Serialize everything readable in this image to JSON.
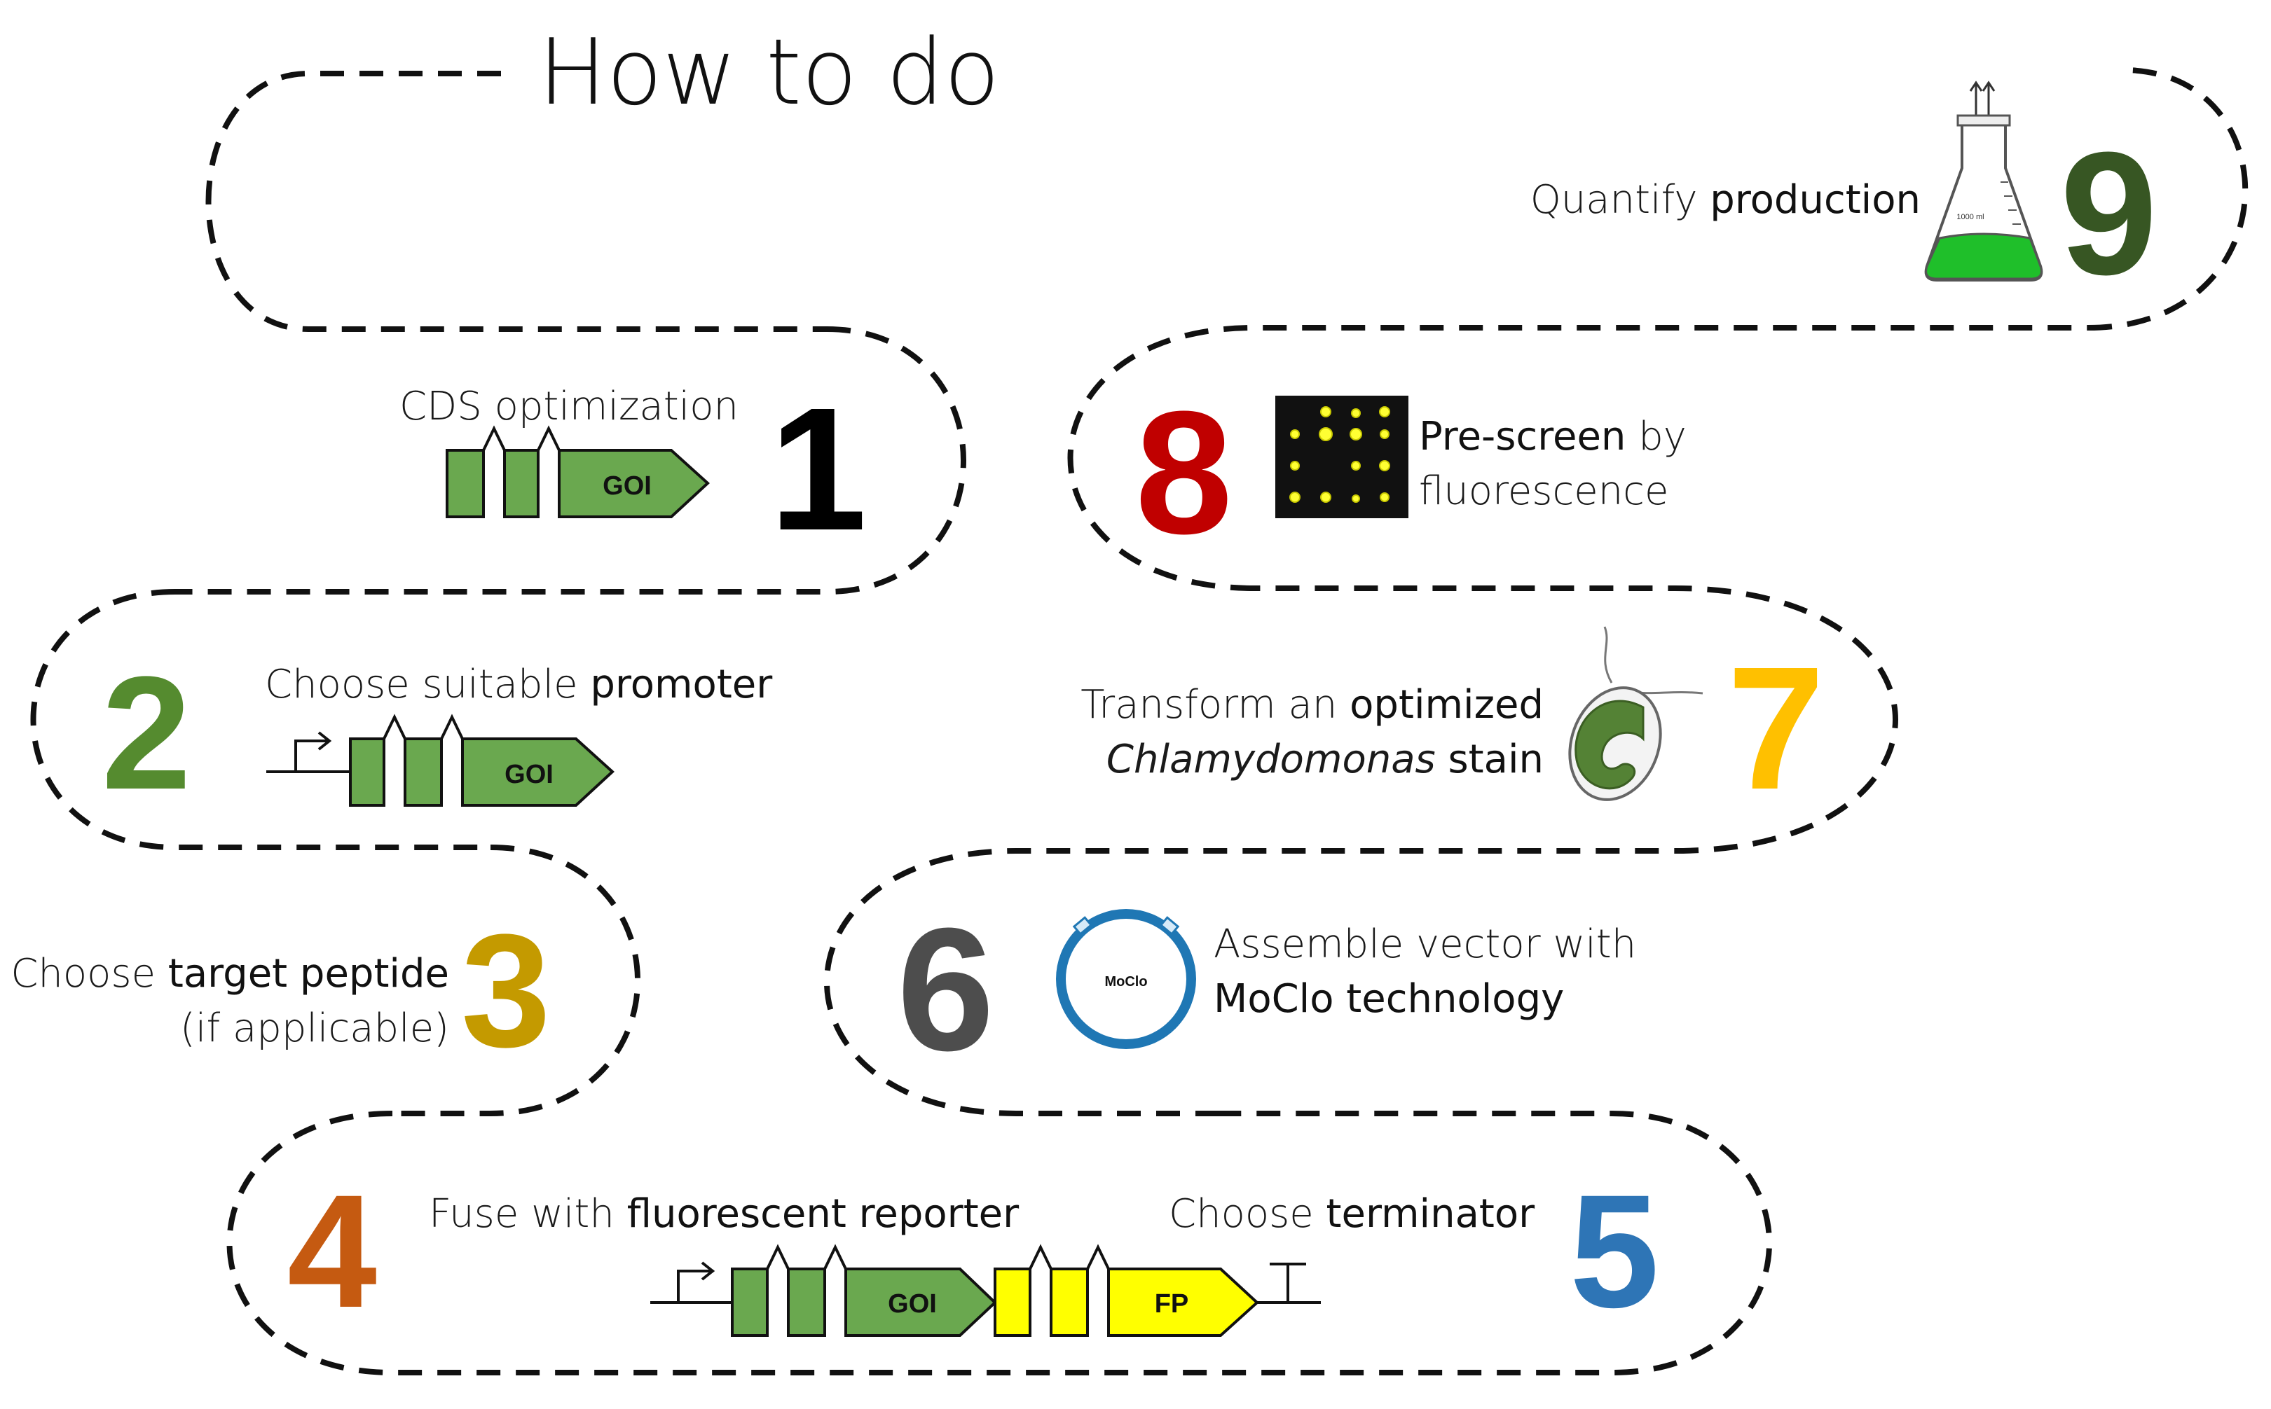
{
  "title": "How to do",
  "colors": {
    "gene_green": "#6aa84f",
    "reporter_yellow": "#ffff00",
    "n1": "#000000",
    "n2": "#558b2f",
    "n3": "#c49a00",
    "n4": "#c55a11",
    "n5": "#2e75b6",
    "n6": "#4d4d4d",
    "n7": "#ffc000",
    "n8": "#c00000",
    "n9": "#375623",
    "plasmid_blue": "#1f77b4"
  },
  "steps": [
    {
      "number": "1",
      "pre": "",
      "bold": "",
      "post": "CDS optimization",
      "gene_label": "GOI"
    },
    {
      "number": "2",
      "pre": "Choose suitable ",
      "bold": "promoter",
      "post": "",
      "gene_label": "GOI"
    },
    {
      "number": "3",
      "pre": "Choose ",
      "bold": "target peptide",
      "post": "",
      "line2": "(if applicable)"
    },
    {
      "number": "4",
      "pre": "Fuse with ",
      "bold": "fluorescent reporter",
      "post": "",
      "gene_label": "GOI",
      "fp_label": "FP"
    },
    {
      "number": "5",
      "pre": "Choose ",
      "bold": "terminator",
      "post": ""
    },
    {
      "number": "6",
      "pre": "Assemble vector with",
      "bold": "MoClo technology",
      "post": "",
      "plasmid_label": "MoClo"
    },
    {
      "number": "7",
      "pre": "Transform an ",
      "bold": "optimized",
      "italic": "Chlamydomonas",
      "bold2": " stain"
    },
    {
      "number": "8",
      "pre": "",
      "bold": "Pre-screen",
      "post": " by",
      "line2": "fluorescence"
    },
    {
      "number": "9",
      "pre": "Quantify ",
      "bold": "production",
      "post": "",
      "flask_label": "1000 ml"
    }
  ]
}
